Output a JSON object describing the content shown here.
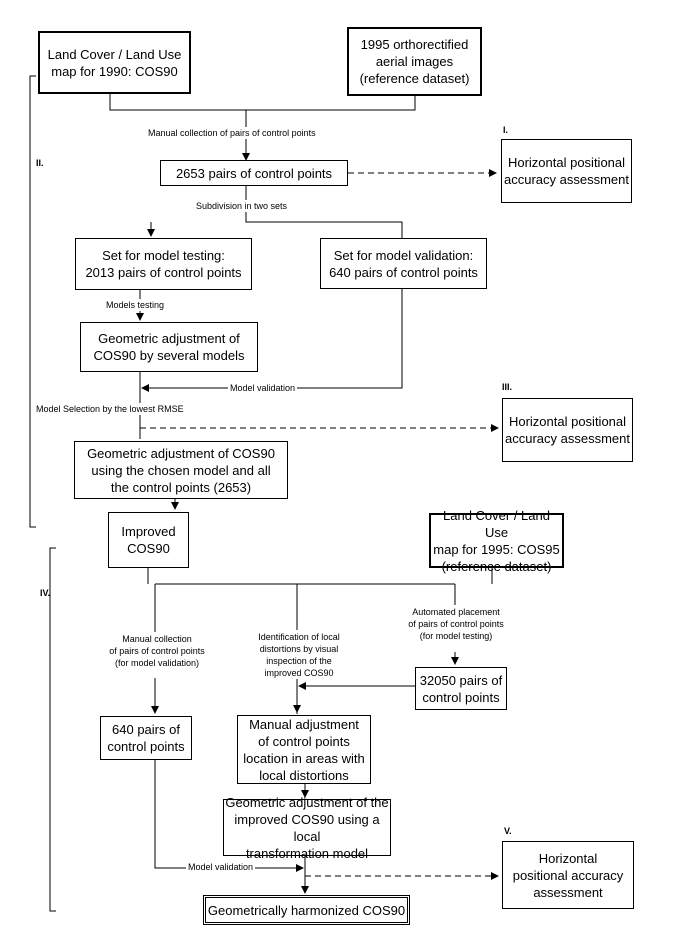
{
  "boxes": {
    "cos90_map": "Land Cover / Land Use\nmap for 1990: COS90",
    "aerial_1995": "1995 orthorectified\naerial images\n(reference dataset)",
    "pairs_2653": "2653 pairs of control points",
    "assessment_1": "Horizontal positional\naccuracy assessment",
    "set_testing": "Set for model testing:\n2013 pairs of control points",
    "set_validation": "Set for model validation:\n640 pairs of control points",
    "geo_adj_models": "Geometric adjustment of\nCOS90 by several models",
    "assessment_3": "Horizontal positional\naccuracy assessment",
    "geo_adj_chosen": "Geometric adjustment of COS90\nusing the chosen model and all\nthe control points (2653)",
    "improved_cos90": "Improved\nCOS90",
    "cos95_map": "Land Cover / Land Use\nmap for 1995: COS95\n(reference dataset)",
    "pairs_32050": "32050 pairs of\ncontrol points",
    "pairs_640": "640 pairs of\ncontrol points",
    "manual_adjustment": "Manual adjustment\nof control points\nlocation in areas with\nlocal distortions",
    "geo_adj_local": "Geometric adjustment of the\nimproved COS90 using a local\ntransformation model",
    "assessment_5": "Horizontal\npositional accuracy\nassessment",
    "harmonized": "Geometrically harmonized COS90"
  },
  "labels": {
    "manual_collection": "Manual collection of pairs of control points",
    "subdivision": "Subdivision in two sets",
    "models_testing": "Models testing",
    "model_validation_1": "Model validation",
    "model_selection": "Model Selection by the lowest RMSE",
    "manual_collection_validation": "Manual collection\nof pairs of control points\n(for model validation)",
    "identification": "Identification of local\ndistortions by visual\ninspection of the\nimproved COS90",
    "automated_placement": "Automated placement\nof pairs of control points\n(for model testing)",
    "model_validation_2": "Model validation"
  },
  "phases": {
    "i": "I.",
    "ii": "II.",
    "iii": "III.",
    "iv": "IV.",
    "v": "V."
  }
}
